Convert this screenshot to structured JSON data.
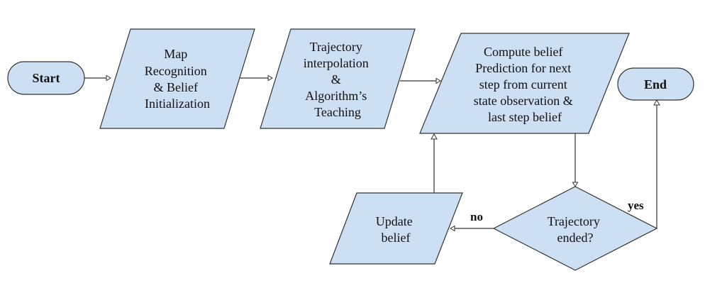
{
  "nodes": {
    "start": {
      "label": "Start"
    },
    "map_recognition": {
      "lines": [
        "Map",
        "Recognition",
        "& Belief",
        "Initialization"
      ]
    },
    "trajectory_interpolation": {
      "lines": [
        "Trajectory",
        "interpolation",
        "&",
        "Algorithm’s",
        "Teaching"
      ]
    },
    "compute_belief": {
      "lines": [
        "Compute belief",
        "Prediction for next",
        "step from current",
        "state observation &",
        "last step belief"
      ]
    },
    "end": {
      "label": "End"
    },
    "update_belief": {
      "lines": [
        "Update",
        "belief"
      ]
    },
    "trajectory_ended": {
      "lines": [
        "Trajectory",
        "ended?"
      ]
    }
  },
  "edges": {
    "no_label": "no",
    "yes_label": "yes"
  },
  "colors": {
    "node_fill": "#cddff3",
    "stroke": "#333333"
  }
}
